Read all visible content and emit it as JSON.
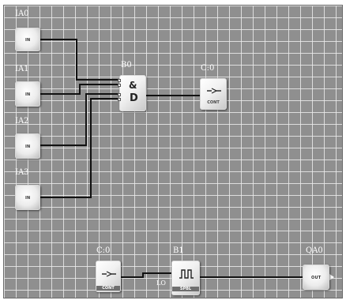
{
  "inputs": [
    {
      "label": "IA0",
      "type": "IN"
    },
    {
      "label": "IA1",
      "type": "IN"
    },
    {
      "label": "IA2",
      "type": "IN"
    },
    {
      "label": "IA3",
      "type": "IN"
    }
  ],
  "and_block": {
    "label": "B0",
    "symbol_top": "&",
    "symbol_bottom": "D"
  },
  "counter_top": {
    "label": "C:0",
    "caption": "CONT"
  },
  "counter_bottom": {
    "label": "C:0",
    "caption": "CONT"
  },
  "pulse_block": {
    "label": "B1",
    "caption": "SPBL"
  },
  "link_label": "LO",
  "output_block": {
    "label": "QA0",
    "type": "OUT"
  }
}
